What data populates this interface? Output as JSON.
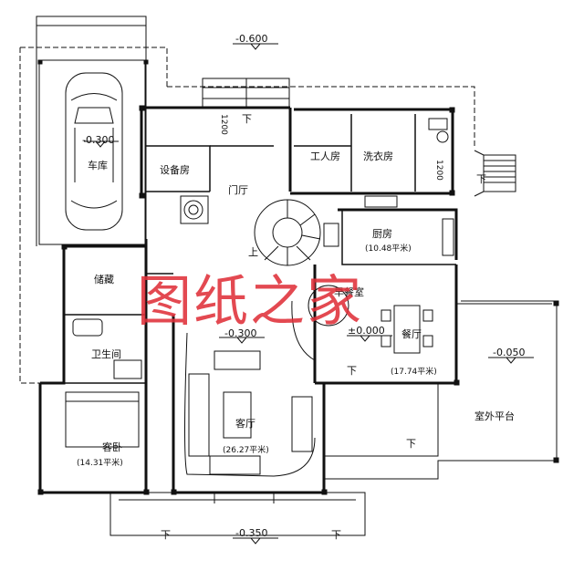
{
  "rooms": {
    "garage": "车库",
    "equipment": "设备房",
    "entry": "门厅",
    "utility": "工人房",
    "laundry": "洗衣房",
    "kitchen": "厨房",
    "kitchen_area": "(10.48平米)",
    "storage": "储藏",
    "breakfast": "早餐室",
    "dining": "餐厅",
    "dining_area": "(17.74平米)",
    "bathroom": "卫生间",
    "living": "客厅",
    "living_area": "(26.27平米)",
    "guest_bedroom": "客卧",
    "guest_area": "(14.31平米)",
    "terrace": "室外平台"
  },
  "elevations": {
    "top": "-0.600",
    "garage": "-0.300",
    "living": "-0.300",
    "main": "±0.000",
    "terrace": "-0.050",
    "bottom": "-0.350"
  },
  "dims": {
    "d1": "1200",
    "d2": "1200"
  },
  "stairs": {
    "down": "下",
    "up": "上"
  },
  "watermark": "图纸之家"
}
